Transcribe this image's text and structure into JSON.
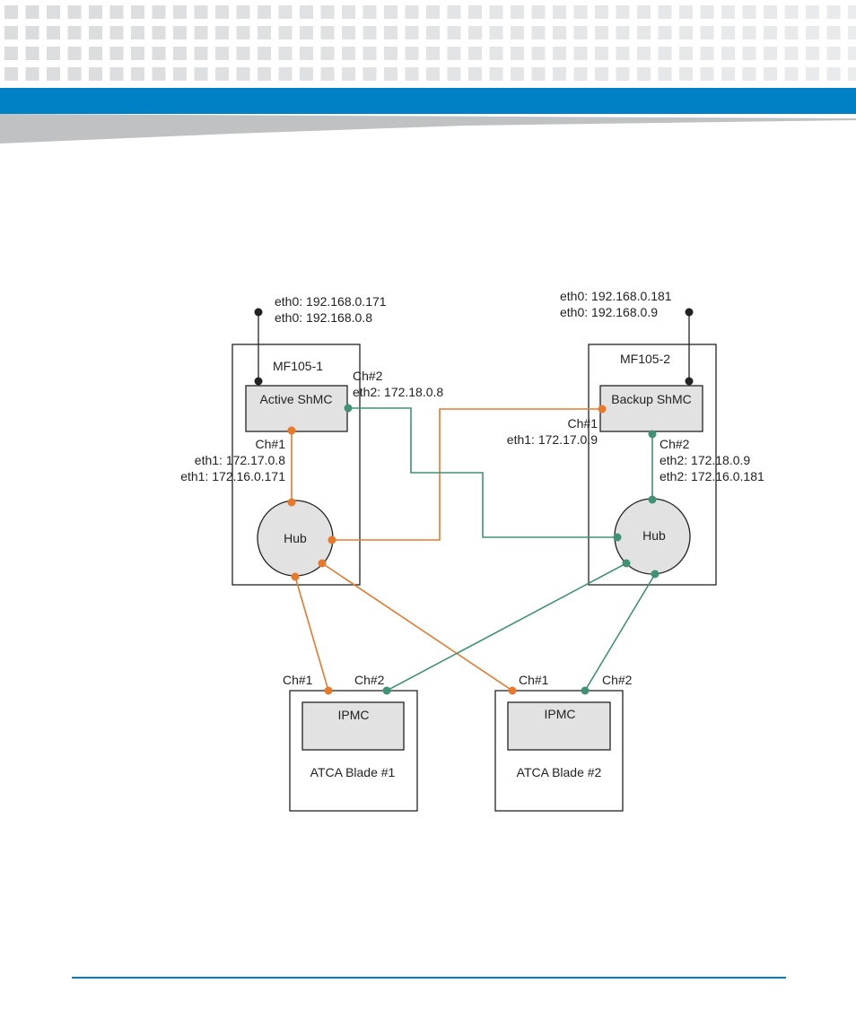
{
  "colors": {
    "brand_blue": "#0081c6",
    "header_gray": "#d1d3d5",
    "swoosh_gray": "#bfc1c3",
    "orange_link": "#e8792b",
    "green_link": "#3f9274",
    "node_fill": "#e2e2e2",
    "line_black": "#222222"
  },
  "diagram": {
    "mf105_1": {
      "label": "MF105-1",
      "eth0_line1": "eth0: 192.168.0.171",
      "eth0_line2": "eth0: 192.168.0.8",
      "shmc": "Active ShMC",
      "ch2": "Ch#2",
      "eth2": "eth2: 172.18.0.8",
      "ch1": "Ch#1",
      "eth1_line1": "eth1: 172.17.0.8",
      "eth1_line2": "eth1: 172.16.0.171",
      "hub": "Hub"
    },
    "mf105_2": {
      "label": "MF105-2",
      "eth0_line1": "eth0: 192.168.0.181",
      "eth0_line2": "eth0: 192.168.0.9",
      "shmc": "Backup ShMC",
      "ch1": "Ch#1",
      "eth1": "eth1: 172.17.0.9",
      "ch2": "Ch#2",
      "eth2_line1": "eth2: 172.18.0.9",
      "eth2_line2": "eth2: 172.16.0.181",
      "hub": "Hub"
    },
    "blade1": {
      "ch1": "Ch#1",
      "ch2": "Ch#2",
      "ipmc": "IPMC",
      "label": "ATCA Blade #1"
    },
    "blade2": {
      "ch1": "Ch#1",
      "ch2": "Ch#2",
      "ipmc": "IPMC",
      "label": "ATCA Blade #2"
    }
  }
}
